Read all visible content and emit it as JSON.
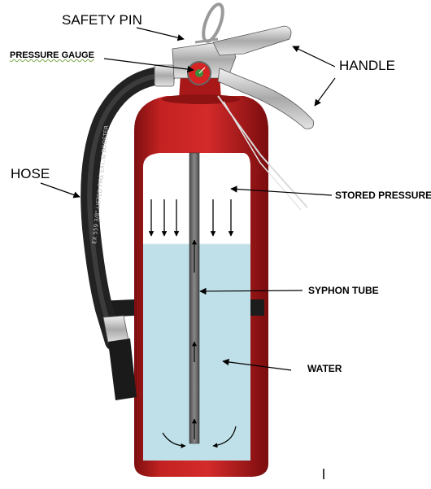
{
  "labels": {
    "safety_pin": "SAFETY PIN",
    "pressure_gauge": "PRESSURE  GAUGE",
    "handle": "HANDLE",
    "hose": "HOSE",
    "stored_pressure": "STORED PRESSURE",
    "syphon_tube": "SYPHON TUBE",
    "water": "WATER"
  },
  "hose_print": "EX 559 3/8\"  LISTED FIRE EXT. & BOOSTER",
  "colors": {
    "cylinder_red": "#b51d1d",
    "water_blue": "#bfe0e8",
    "tube_gray": "#6e6e6e",
    "metal": "#c8c8c8",
    "hose_black": "#222222"
  }
}
